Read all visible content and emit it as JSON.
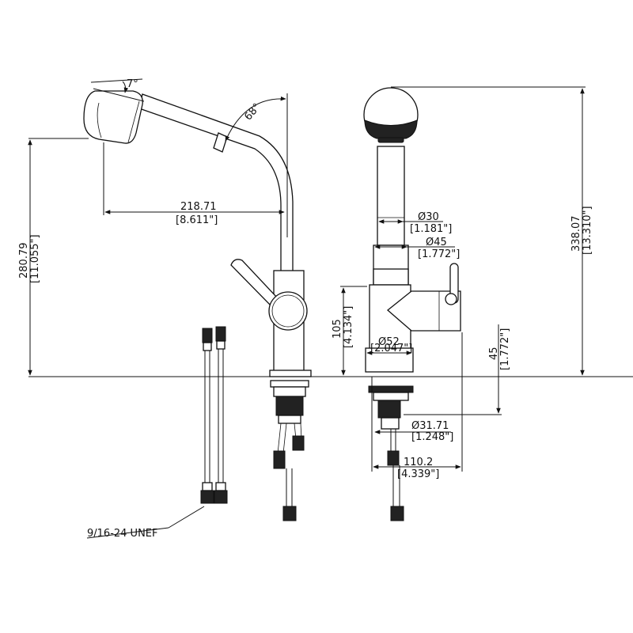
{
  "side_view": {
    "angle_top": "7°",
    "angle_spout": "68°",
    "reach_mm": "218.71",
    "reach_in": "[8.611\"]",
    "height_mm": "280.79",
    "height_in": "[11.055\"]"
  },
  "front_view": {
    "total_height_mm": "338.07",
    "total_height_in": "[13.310\"]",
    "spout_dia_mm": "Ø30",
    "spout_dia_in": "[1.181\"]",
    "body_dia_mm": "Ø45",
    "body_dia_in": "[1.772\"]",
    "body_height_mm": "105",
    "body_height_in": "[4.134\"]",
    "base_dia_mm": "Ø52",
    "base_dia_in": "[2.047\"]",
    "shank_length_mm": "45",
    "shank_length_in": "[1.772\"]",
    "shank_dia_mm": "Ø31.71",
    "shank_dia_in": "[1.248\"]",
    "width_mm": "110.2",
    "width_in": "[4.339\"]"
  },
  "hoses": {
    "thread_label": "9/16-24 UNEF"
  }
}
